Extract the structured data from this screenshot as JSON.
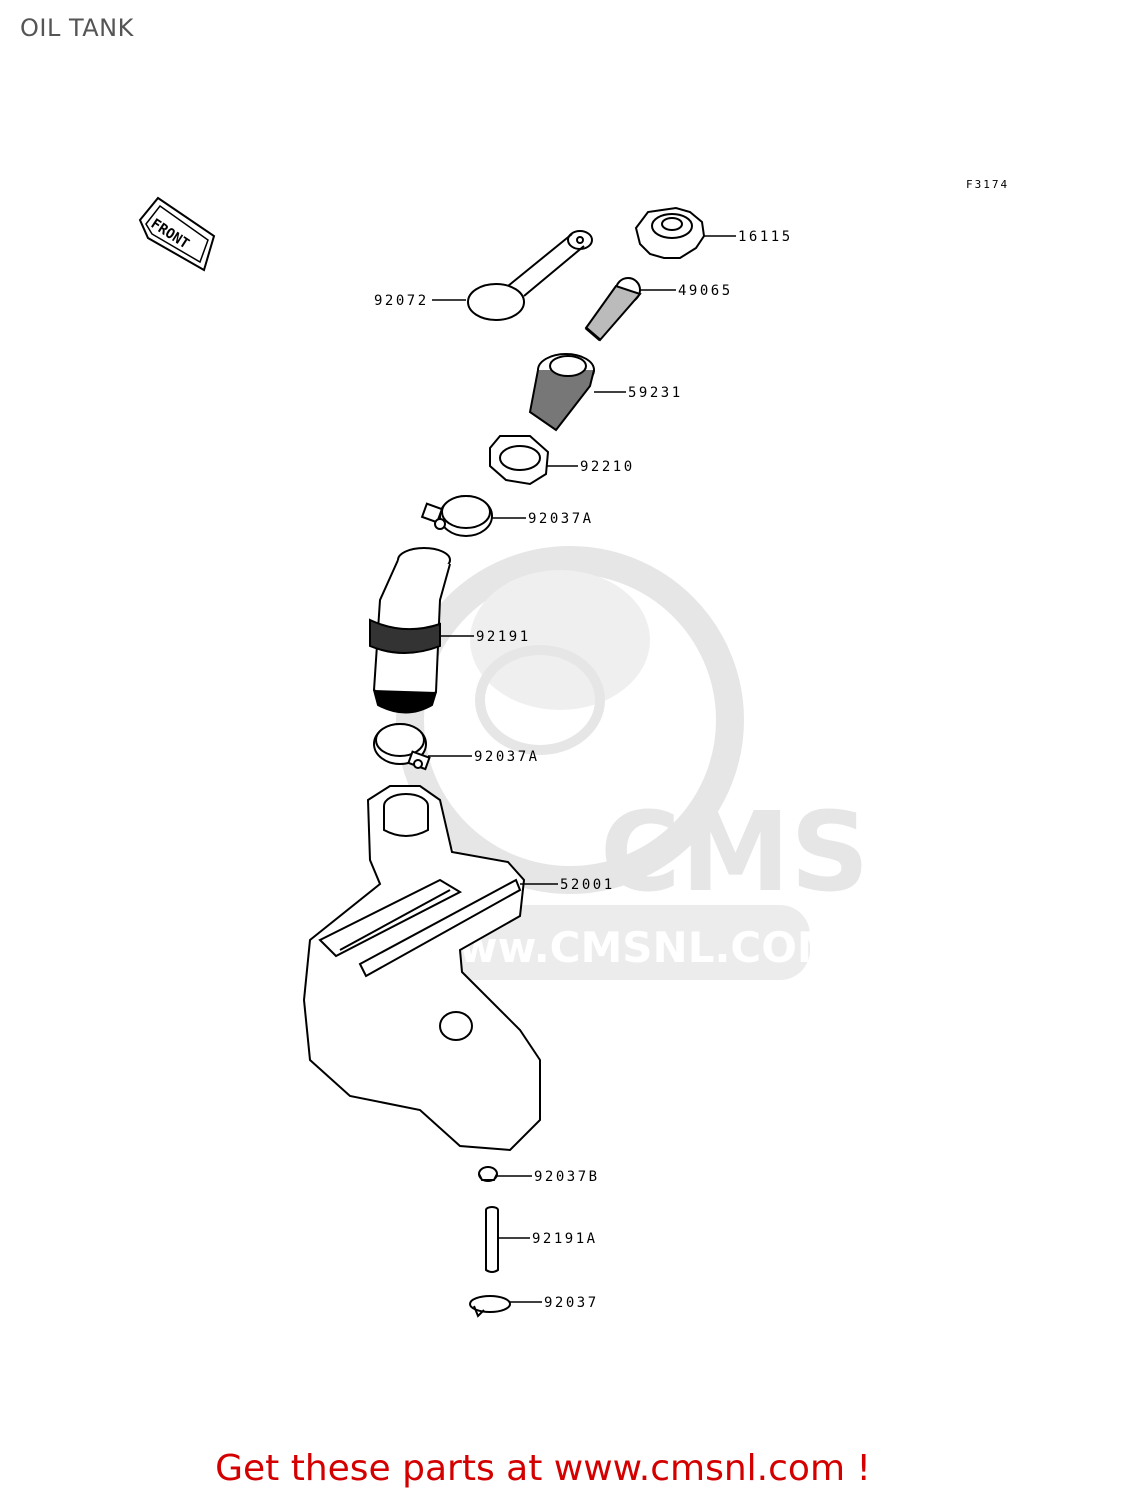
{
  "title": "OIL TANK",
  "diagram_id": "F3174",
  "front_label": "FRONT",
  "watermark": {
    "brand": "CMS",
    "site": "www.CMSNL.COM"
  },
  "footer": "Get these parts at www.cmsnl.com !",
  "parts": [
    {
      "number": "16115"
    },
    {
      "number": "49065"
    },
    {
      "number": "92072"
    },
    {
      "number": "59231"
    },
    {
      "number": "92210"
    },
    {
      "number": "92037A"
    },
    {
      "number": "92191"
    },
    {
      "number": "92037A"
    },
    {
      "number": "52001"
    },
    {
      "number": "92037B"
    },
    {
      "number": "92191A"
    },
    {
      "number": "92037"
    }
  ]
}
